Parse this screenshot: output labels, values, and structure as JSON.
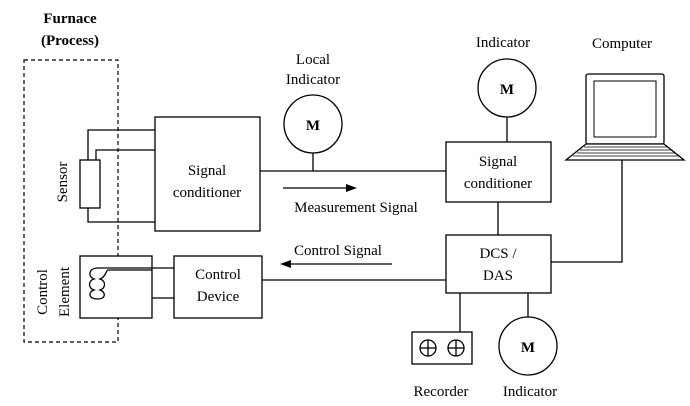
{
  "furnace": {
    "line1": "Furnace",
    "line2": "(Process)"
  },
  "sensor_label": "Sensor",
  "control_element": {
    "line1": "Control",
    "line2": "Element"
  },
  "signal_conditioner_left": {
    "line1": "Signal",
    "line2": "conditioner"
  },
  "control_device": {
    "line1": "Control",
    "line2": "Device"
  },
  "local_indicator": {
    "line1": "Local",
    "line2": "Indicator",
    "symbol": "M"
  },
  "measurement_signal": "Measurement Signal",
  "control_signal": "Control Signal",
  "indicator_top": {
    "label": "Indicator",
    "symbol": "M"
  },
  "signal_conditioner_right": {
    "line1": "Signal",
    "line2": "conditioner"
  },
  "dcs_das": {
    "line1": "DCS /",
    "line2": "DAS"
  },
  "computer_label": "Computer",
  "recorder_label": "Recorder",
  "indicator_bottom": {
    "label": "Indicator",
    "symbol": "M"
  }
}
